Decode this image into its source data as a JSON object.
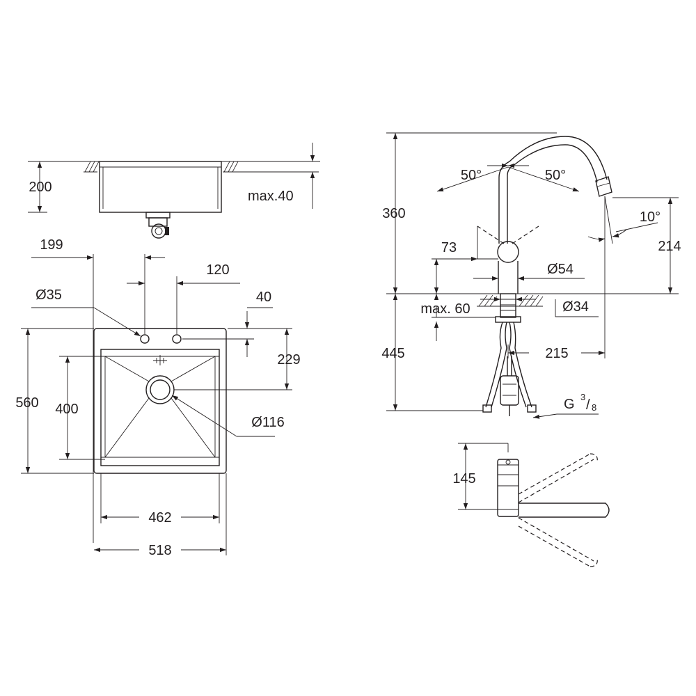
{
  "sink_side": {
    "depth": "200",
    "max_thickness": "max.40"
  },
  "sink_top": {
    "dim_199": "199",
    "dim_120": "120",
    "dim_35": "Ø35",
    "dim_40": "40",
    "dim_229": "229",
    "dim_560": "560",
    "dim_400": "400",
    "dim_116": "Ø116",
    "dim_462": "462",
    "dim_518": "518"
  },
  "faucet_side": {
    "angle_left": "50°",
    "angle_right": "50°",
    "height_360": "360",
    "dim_73": "73",
    "dim_54": "Ø54",
    "angle_10": "10°",
    "dim_214": "214",
    "max_60": "max. 60",
    "dim_34": "Ø34",
    "dim_445": "445",
    "dim_215": "215",
    "thread_g": "G",
    "thread_num": "3",
    "thread_den": "8"
  },
  "faucet_top": {
    "dim_145": "145"
  }
}
